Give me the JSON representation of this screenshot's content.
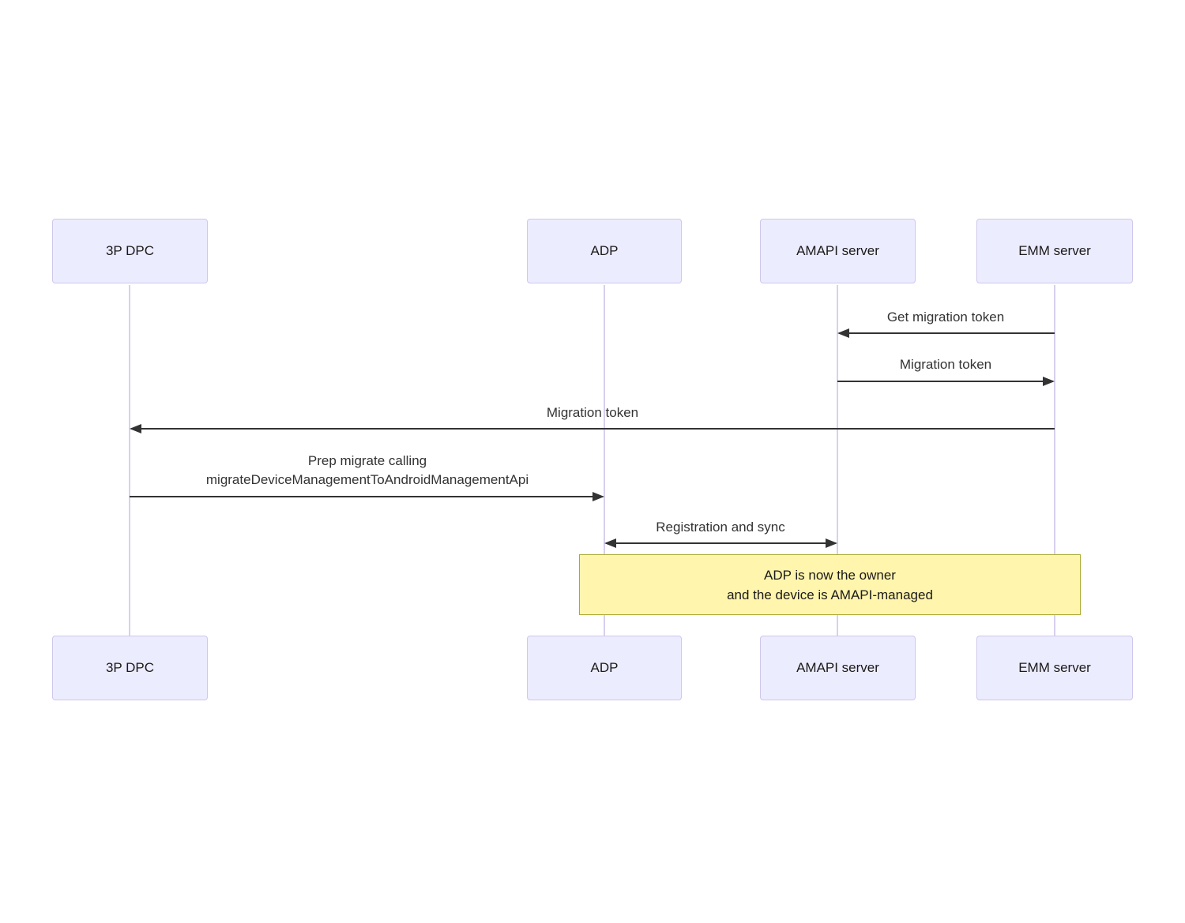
{
  "diagram": {
    "type": "sequence",
    "actors": [
      {
        "id": "3p-dpc",
        "label": "3P DPC"
      },
      {
        "id": "adp",
        "label": "ADP"
      },
      {
        "id": "amapi-server",
        "label": "AMAPI server"
      },
      {
        "id": "emm-server",
        "label": "EMM server"
      }
    ],
    "messages": [
      {
        "from": "emm-server",
        "to": "amapi-server",
        "label": "Get migration token",
        "arrow": "left"
      },
      {
        "from": "amapi-server",
        "to": "emm-server",
        "label": "Migration token",
        "arrow": "right"
      },
      {
        "from": "emm-server",
        "to": "3p-dpc",
        "label": "Migration token",
        "arrow": "left"
      },
      {
        "from": "3p-dpc",
        "to": "adp",
        "label_lines": [
          "Prep migrate calling",
          "migrateDeviceManagementToAndroidManagementApi"
        ],
        "arrow": "right"
      },
      {
        "from": "adp",
        "to": "amapi-server",
        "label": "Registration and sync",
        "arrow": "both"
      }
    ],
    "note": {
      "over": [
        "adp",
        "emm-server"
      ],
      "lines": [
        "ADP is now the owner",
        "and the device is AMAPI-managed"
      ]
    },
    "colors": {
      "actor_fill": "#ececff",
      "actor_border": "#cfc6ec",
      "lifeline": "#d8d0ee",
      "message_arrow": "#333333",
      "message_text": "#333333",
      "note_fill": "#fff5ad",
      "note_border": "#aaaa33",
      "background": "#ffffff"
    }
  }
}
